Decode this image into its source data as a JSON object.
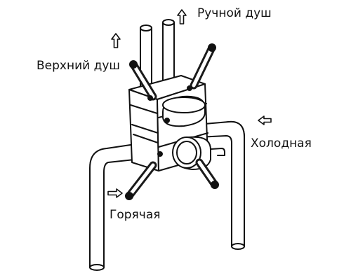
{
  "labels": {
    "hand_shower": "Ручной душ",
    "top_shower": "Верхний душ",
    "cold": "Холодная",
    "hot": "Горячая"
  },
  "colors": {
    "stroke": "#111111",
    "fill": "#ffffff",
    "clamp": "#1a1a1a"
  },
  "icons": [
    "arrow-up-icon",
    "arrow-up-icon",
    "arrow-left-icon",
    "arrow-right-icon"
  ]
}
